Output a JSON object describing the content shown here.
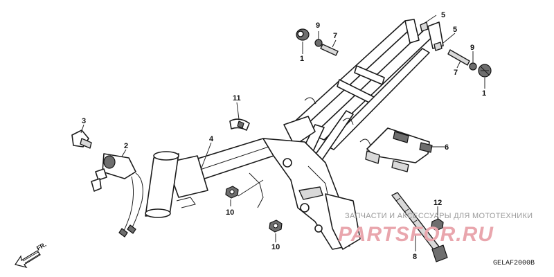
{
  "diagram": {
    "callouts": [
      {
        "id": "c1a",
        "label": "1"
      },
      {
        "id": "c9a",
        "label": "9"
      },
      {
        "id": "c7a",
        "label": "7"
      },
      {
        "id": "c5a",
        "label": "5"
      },
      {
        "id": "c5b",
        "label": "5"
      },
      {
        "id": "c9b",
        "label": "9"
      },
      {
        "id": "c7b",
        "label": "7"
      },
      {
        "id": "c1b",
        "label": "1"
      },
      {
        "id": "c11",
        "label": "11"
      },
      {
        "id": "c3",
        "label": "3"
      },
      {
        "id": "c2",
        "label": "2"
      },
      {
        "id": "c4",
        "label": "4"
      },
      {
        "id": "c6",
        "label": "6"
      },
      {
        "id": "c10a",
        "label": "10"
      },
      {
        "id": "c10b",
        "label": "10"
      },
      {
        "id": "c12",
        "label": "12"
      },
      {
        "id": "c8",
        "label": "8"
      }
    ],
    "direction_label": "FR.",
    "drawing_code": "GELAF2000B"
  },
  "watermark": {
    "text": "ЗАПЧАСТИ И АКСЕССУАРЫ ДЛЯ МОТОТЕХНИКИ",
    "brand": "PARTSFOR.RU",
    "brand_color": "#e9a6ad"
  }
}
